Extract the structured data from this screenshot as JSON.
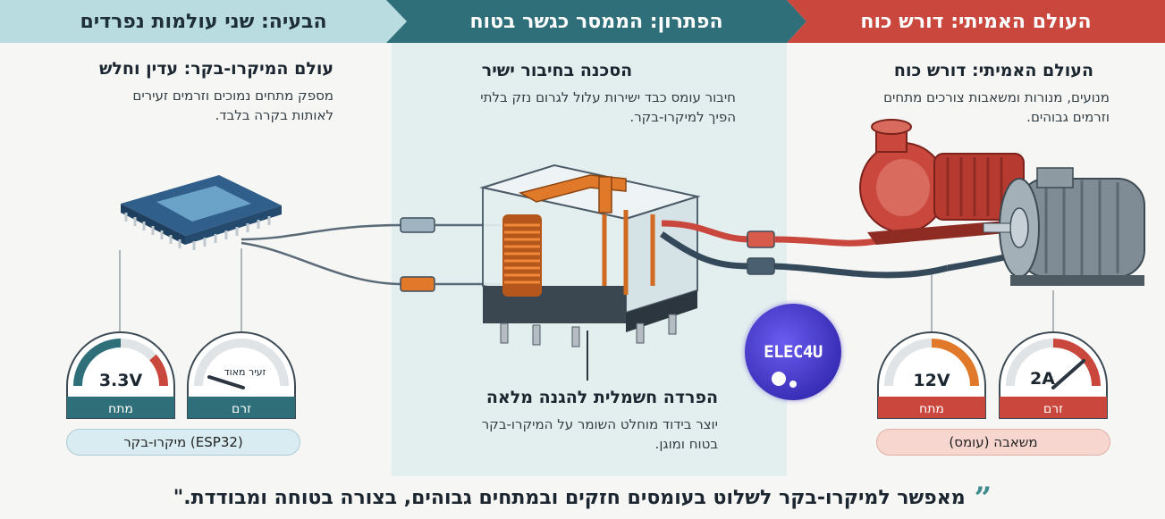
{
  "header": {
    "left": "הבעיה: שני עולמות נפרדים",
    "middle": "הפתרון: הממסר כגשר בטוח",
    "right": "העולם האמיתי: דורש כוח"
  },
  "microcontroller_section": {
    "title": "עולם המיקרו-בקר: עדין וחלש",
    "description_line1": "מספק מתחים נמוכים וזרמים זעירים",
    "description_line2": "לאותות בקרה בלבד.",
    "voltage_gauge": {
      "value": "3.3V",
      "label": "מתח"
    },
    "current_gauge": {
      "value": "זעיר מאוד",
      "label": "זרם"
    },
    "tag": "מיקרו-בקר (ESP32)"
  },
  "relay_section": {
    "danger_title": "הסכנה בחיבור ישיר",
    "danger_line1": "חיבור עומס כבד ישירות עלול לגרום נזק בלתי",
    "danger_line2": "הפיך למיקרו-בקר.",
    "isolation_title": "הפרדה חשמלית להגנה מלאה",
    "isolation_line1": "יוצר בידוד מוחלט השומר על המיקרו-בקר",
    "isolation_line2": "בטוח ומוגן."
  },
  "load_section": {
    "title": "העולם האמיתי: דורש כוח",
    "description_line1": "מנועים, מנורות ומשאבות צורכים מתחים",
    "description_line2": "וזרמים גבוהים.",
    "voltage_gauge": {
      "value": "12V",
      "label": "מתח"
    },
    "current_gauge": {
      "value": "2A",
      "label": "זרם"
    },
    "tag": "משאבה (עומס)"
  },
  "badge": {
    "text": "ELEC4U"
  },
  "quote": {
    "mark": "”",
    "text": "מאפשר למיקרו-בקר לשלוט בעומסים חזקים ובמתחים גבוהים, בצורה בטוחה ומבודדת.\""
  },
  "colors": {
    "header_left": "#b9dce0",
    "header_mid": "#2f6f7a",
    "header_right": "#c9473d",
    "wire_red": "#c9473d",
    "wire_dark": "#34495a",
    "coil_orange": "#e07a2a"
  }
}
